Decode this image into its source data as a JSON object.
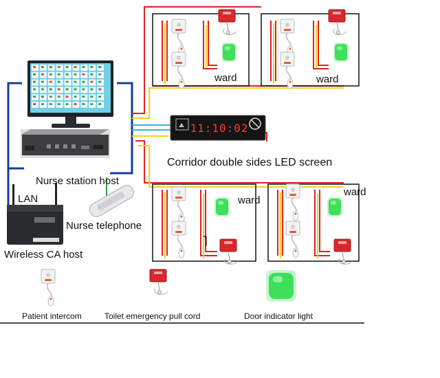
{
  "labels": {
    "ward_1": "ward",
    "ward_2": "ward",
    "ward_3": "ward",
    "ward_4": "ward",
    "corridor_screen": "Corridor double sides LED screen",
    "nurse_station_host": "Nurse station host",
    "lan": "LAN",
    "nurse_telephone": "Nurse telephone",
    "wireless_host": "Wireless CA host",
    "legend_patient_intercom": "Patient intercom",
    "legend_pull_cord": "Toilet emergency pull cord",
    "legend_door_light": "Door indicator light"
  },
  "led_screen": {
    "time": "11:10:02"
  },
  "colors": {
    "wire_red": "#e02020",
    "wire_yellow": "#f2d21a",
    "wire_blue": "#1a3a9c",
    "wire_cyan": "#37b6d8",
    "wire_green": "#3a9a4a",
    "door_light_green": "#3ee05a",
    "pull_cord_red": "#d8282e",
    "led_digits": "#ff3b2a",
    "monitor_frame": "#202228"
  }
}
